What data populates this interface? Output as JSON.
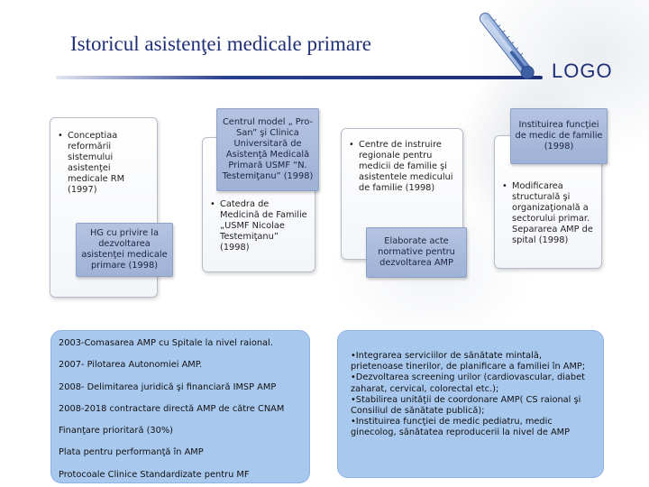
{
  "slide": {
    "title": "Istoricul asistenţei medicale primare",
    "logo_text": "LOGO",
    "accent_color": "#1f2f78",
    "box_color": "#a9bbdc",
    "panel_color": "#a9c8ee"
  },
  "timeline": {
    "card_1": {
      "bullet": "Conceptiaa reformării sistemului asistenţei medicale RM (1997)"
    },
    "box_1": {
      "text": "HG cu privire la dezvoltarea asistenţei medicale primare (1998)"
    },
    "box_2": {
      "text": "Centrul model „ Pro-San” şi Clinica Universitară de Asistenţă Medicală Primară USMF “N. Testemiţanu” (1998)"
    },
    "card_2": {
      "bullet": "Catedra de Medicină de Familie „USMF Nicolae Testemiţanu” (1998)"
    },
    "card_3": {
      "bullet": "Centre de instruire regionale pentru medicii de familie şi asistentele medicului de familie (1998)"
    },
    "box_3": {
      "text": "Elaborate acte normative pentru dezvoltarea AMP"
    },
    "box_4": {
      "text": "Instituirea funcţiei de medic de familie (1998)"
    },
    "card_4": {
      "bullet": "Modificarea structurală şi organizaţională a sectorului primar. Separarea AMP de spital (1998)"
    }
  },
  "left_panel": {
    "items": [
      "2003-Comasarea AMP cu Spitale la nivel raional.",
      "2007- Pilotarea Autonomiei AMP.",
      "2008- Delimitarea juridică şi financiară IMSP AMP",
      "2008-2018 contractare directă AMP de către CNAM",
      "Finanţare prioritară (30%)",
      " Plata pentru performanţă în AMP",
      "Protocoale Clinice Standardizate  pentru MF"
    ]
  },
  "right_panel": {
    "items": [
      "•Integrarea serviciilor de sănătate mintală, prietenoase tinerilor, de planificare a familiei  în AMP;",
      "•Dezvoltarea screening urilor (cardiovascular, diabet zaharat, cervical, colorectal etc.);",
      "•Stabilirea unităţii de coordonare AMP( CS raional şi Consiliul de sănătate publică);",
      "•Instituirea funcţiei de medic pediatru, medic ginecolog, sănătatea reproducerii la nivel de AMP"
    ]
  }
}
